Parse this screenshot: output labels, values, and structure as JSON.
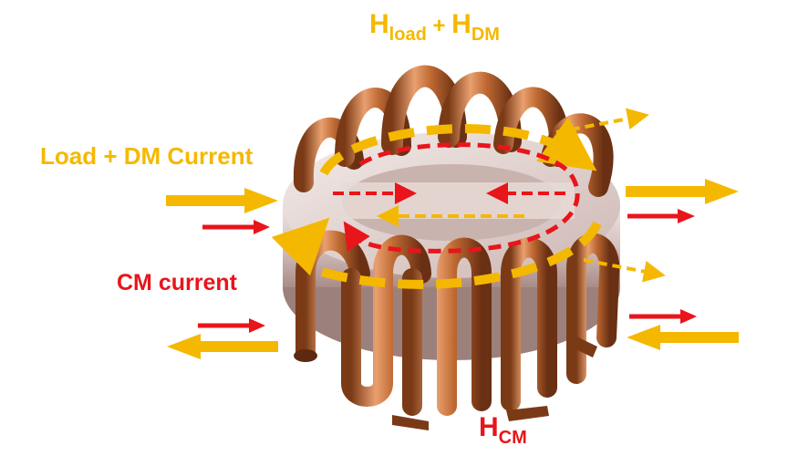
{
  "labels": {
    "h_load_dm": {
      "h1": "H",
      "s1": "load",
      "plus": " + ",
      "h2": "H",
      "s2": "DM"
    },
    "load_dm_current": "Load + DM Current",
    "cm_current": "CM current",
    "h_cm": {
      "h": "H",
      "s": "CM"
    }
  },
  "colors": {
    "yellow": "#F5B800",
    "red": "#E8151B",
    "copper": "#B5632E",
    "copper_light": "#E79A68",
    "copper_dark": "#6E3414",
    "core": "#D9C7C4",
    "core_shade": "#B79E9A",
    "background": "#FFFFFF"
  },
  "icons": [
    "toroidal-core",
    "copper-winding",
    "flux-loop-arrow",
    "current-arrow"
  ]
}
